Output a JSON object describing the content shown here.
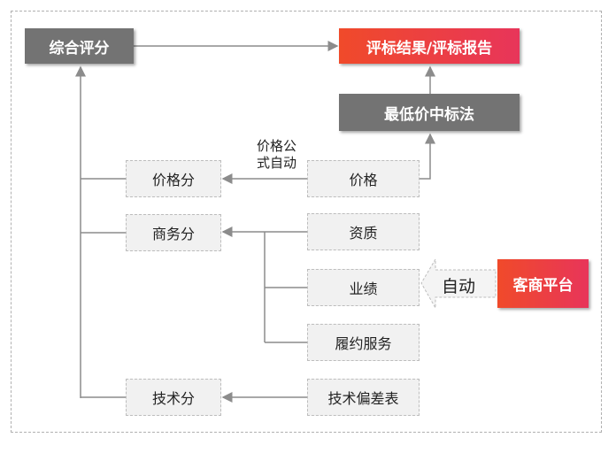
{
  "nodes": {
    "composite_score": "综合评分",
    "result_report": "评标结果/评标报告",
    "lowest_price_method": "最低价中标法",
    "price_score": "价格分",
    "business_score": "商务分",
    "technical_score": "技术分",
    "price": "价格",
    "qualification": "资质",
    "performance": "业绩",
    "contract_service": "履约服务",
    "tech_deviation": "技术偏差表",
    "client_platform": "客商平台"
  },
  "labels": {
    "price_formula_line1": "价格公",
    "price_formula_line2": "式自动",
    "auto": "自动"
  },
  "colors": {
    "dark_box": "#737373",
    "accent_start": "#f04a2a",
    "accent_end": "#e8355a",
    "light_box": "#f1f1f1",
    "connector": "#8c8c8c"
  }
}
